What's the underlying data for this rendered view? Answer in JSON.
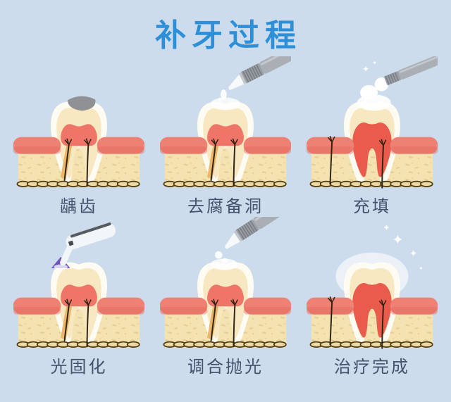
{
  "title": "补牙过程",
  "steps": [
    {
      "id": "cavity",
      "label": "龋齿"
    },
    {
      "id": "decay-removal",
      "label": "去腐备洞"
    },
    {
      "id": "filling",
      "label": "充填"
    },
    {
      "id": "light-curing",
      "label": "光固化"
    },
    {
      "id": "polishing",
      "label": "调合抛光"
    },
    {
      "id": "complete",
      "label": "治疗完成"
    }
  ],
  "colors": {
    "background": "#ccdcec",
    "title_text": "#2e8fd9",
    "label_text": "#44536b",
    "tooth_enamel": "#fdfbf2",
    "dentin": "#f8e8c2",
    "pulp_pink": "#ee7568",
    "pulp_red": "#e85b4d",
    "gum": "#ee8174",
    "bone": "#f4e2b0",
    "cavity_gray": "#8f9194",
    "instrument_gray": "#9aa0a5",
    "curing_beam_purple": "#6e50c0",
    "nerve_dark": "#2f2312",
    "chain_outline": "#4f3d15"
  }
}
